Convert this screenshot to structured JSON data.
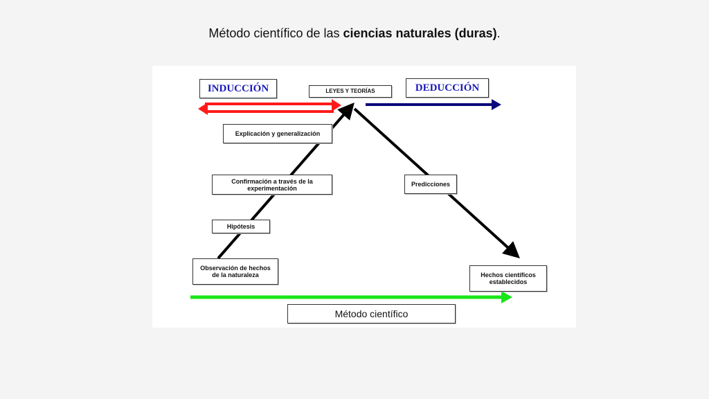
{
  "title": {
    "prefix": "Método científico de las ",
    "bold": "ciencias naturales (duras)",
    "suffix": "."
  },
  "diagram": {
    "induccion": "INDUCCIÓN",
    "deduccion": "DEDUCCIÓN",
    "leyes": "LEYES Y TEORÍAS",
    "explicacion": "Explicación y generalización",
    "confirmacion": "Confirmación a través de la experimentación",
    "hipotesis": "Hipótesis",
    "observacion": "Observación de hechos de la naturaleza",
    "predicciones": "Predicciones",
    "hechos": "Hechos científicos establecidos",
    "metodo": "Método científico"
  },
  "colors": {
    "induction_arrow": "#ff1a1a",
    "deduction_arrow": "#0a0a7a",
    "method_arrow": "#19e619",
    "path_arrow": "#000000"
  }
}
